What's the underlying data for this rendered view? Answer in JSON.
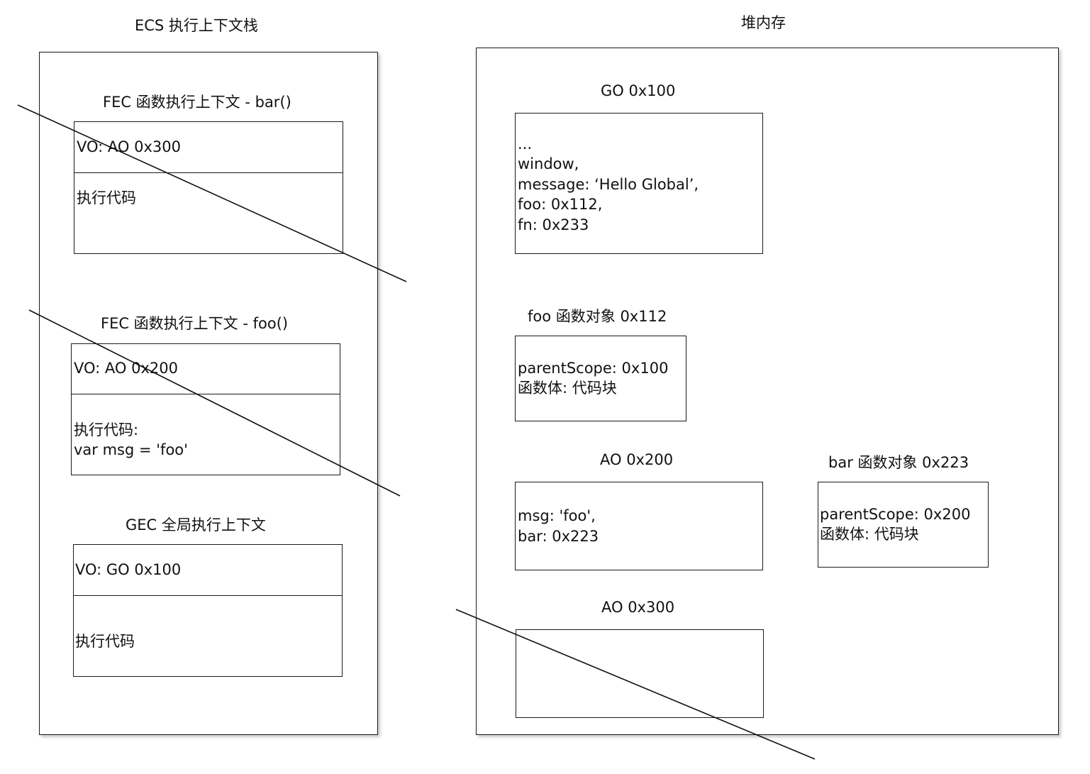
{
  "stack": {
    "title": "ECS 执行上下文栈",
    "fec_bar": {
      "title": "FEC 函数执行上下文 - bar()",
      "vo": "VO: AO 0x300",
      "code_lines": [
        "执行代码"
      ]
    },
    "fec_foo": {
      "title": "FEC 函数执行上下文 - foo()",
      "vo": "VO: AO 0x200",
      "code_lines": [
        "执行代码:",
        "var msg = 'foo'"
      ]
    },
    "gec": {
      "title": "GEC 全局执行上下文",
      "vo": "VO: GO 0x100",
      "code_lines": [
        "执行代码"
      ]
    }
  },
  "heap": {
    "title": "堆内存",
    "go": {
      "title": "GO 0x100",
      "lines": [
        "...",
        "window,",
        "message: ‘Hello Global’,",
        "foo: 0x112,",
        "fn: 0x233"
      ]
    },
    "foo_fn": {
      "title": "foo 函数对象 0x112",
      "lines": [
        "parentScope: 0x100",
        "函数体: 代码块"
      ]
    },
    "ao200": {
      "title": "AO 0x200",
      "lines": [
        "msg: 'foo',",
        "bar: 0x223"
      ]
    },
    "bar_fn": {
      "title": "bar 函数对象 0x223",
      "lines": [
        "parentScope: 0x200",
        "函数体: 代码块"
      ]
    },
    "ao300": {
      "title": "AO 0x300",
      "lines": []
    }
  }
}
